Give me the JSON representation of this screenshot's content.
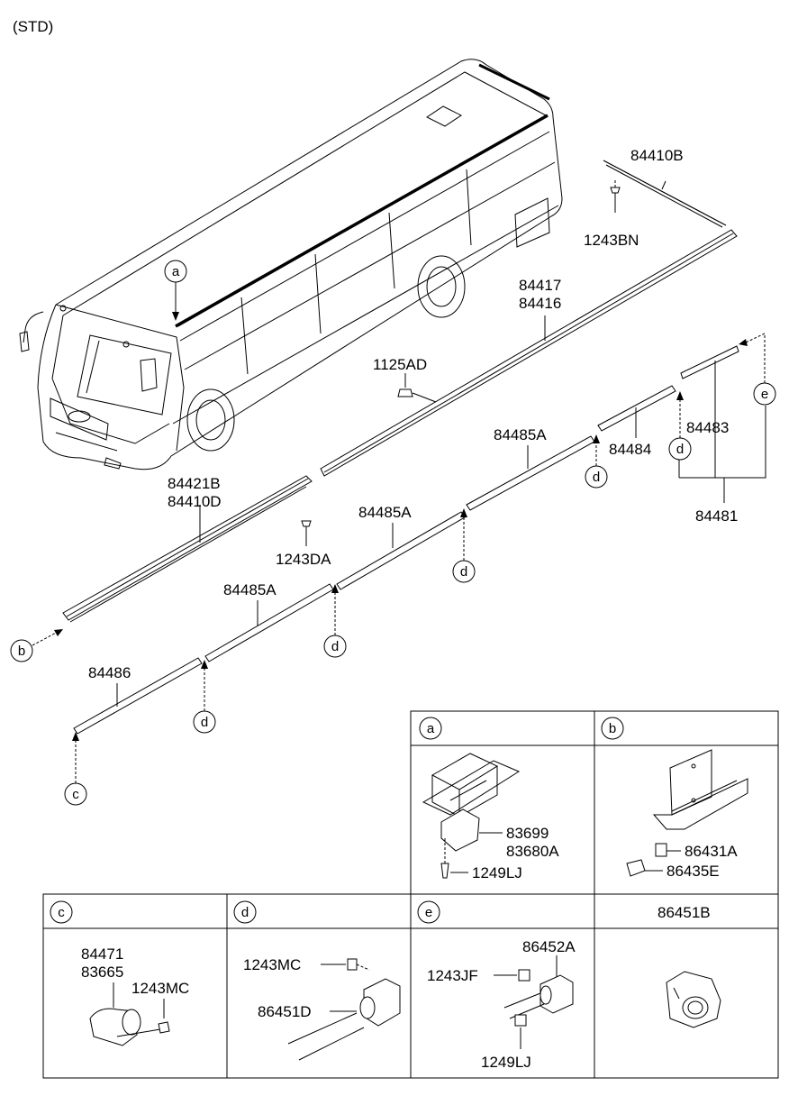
{
  "header": {
    "variant": "(STD)"
  },
  "labels": {
    "p84410B": "84410B",
    "p1243BN": "1243BN",
    "p84417": "84417",
    "p84416": "84416",
    "p1125AD": "1125AD",
    "p84485A_1": "84485A",
    "p84484": "84484",
    "p84483": "84483",
    "p84481": "84481",
    "p84421B": "84421B",
    "p84410D": "84410D",
    "p1243DA": "1243DA",
    "p84485A_2": "84485A",
    "p84485A_3": "84485A",
    "p84486": "84486"
  },
  "callouts": {
    "a": "a",
    "b": "b",
    "c": "c",
    "d": "d",
    "e": "e"
  },
  "detail_panels": {
    "a": {
      "title": "a",
      "parts": [
        "83699",
        "83680A",
        "1249LJ"
      ]
    },
    "b": {
      "title": "b",
      "parts": [
        "86431A",
        "86435E"
      ]
    },
    "c": {
      "title": "c",
      "parts": [
        "84471",
        "83665",
        "1243MC"
      ]
    },
    "d": {
      "title": "d",
      "parts": [
        "1243MC",
        "86451D"
      ]
    },
    "e": {
      "title": "e",
      "parts": [
        "86452A",
        "1243JF",
        "1249LJ"
      ]
    },
    "f": {
      "title": "86451B",
      "parts": []
    }
  }
}
